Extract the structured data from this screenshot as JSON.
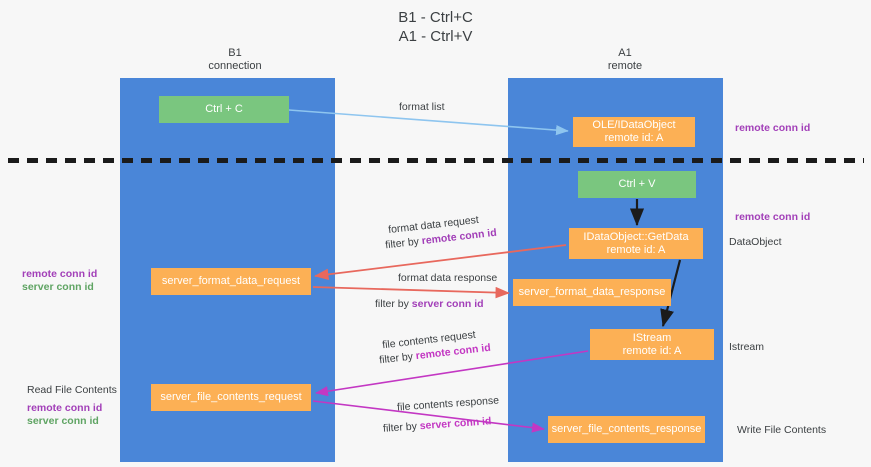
{
  "title": {
    "line1": "B1 - Ctrl+C",
    "line2": "A1 - Ctrl+V"
  },
  "columns": {
    "left": {
      "name": "B1",
      "role": "connection"
    },
    "right": {
      "name": "A1",
      "role": "remote"
    }
  },
  "boxes": {
    "ctrl_c": {
      "label": "Ctrl + C",
      "color": "#7ac67f"
    },
    "data_object": {
      "line1": "OLE/IDataObject",
      "line2": "remote id: A",
      "color": "#fcb055"
    },
    "ctrl_v": {
      "label": "Ctrl + V",
      "color": "#7ac67f"
    },
    "get_data": {
      "line1": "IDataObject::GetData",
      "line2": "remote id: A",
      "color": "#fcb055"
    },
    "server_format_data_request": {
      "label": "server_format_data_request",
      "color": "#fcb055"
    },
    "server_format_data_response": {
      "label": "server_format_data_response",
      "color": "#fcb055"
    },
    "istream": {
      "line1": "IStream",
      "line2": "remote id: A",
      "color": "#fcb055"
    },
    "server_file_contents_request": {
      "label": "server_file_contents_request",
      "color": "#fcb055"
    },
    "server_file_contents_response": {
      "label": "server_file_contents_response",
      "color": "#fcb055"
    }
  },
  "arrow_labels": {
    "format_list": "format list",
    "format_data_request": "format data request",
    "format_data_request_filter_prefix": "filter by ",
    "format_data_request_filter_key": "remote conn id",
    "format_data_response": "format data response",
    "format_data_response_filter_prefix": "filter by ",
    "format_data_response_filter_key": "server conn id",
    "file_contents_request": "file contents request",
    "file_contents_request_filter_prefix": "filter by ",
    "file_contents_request_filter_key": "remote conn id",
    "file_contents_response": "file contents response",
    "file_contents_response_filter_prefix": "filter by ",
    "file_contents_response_filter_key": "server conn id"
  },
  "side_labels": {
    "right_remote_conn_id_top": "remote conn id",
    "right_remote_conn_id_mid": "remote conn id",
    "right_dataobject": "DataObject",
    "right_istream": "Istream",
    "right_write_file_contents": "Write File Contents",
    "left_read_file_contents": "Read File Contents",
    "left_remote_conn_id_1": "remote conn id",
    "left_server_conn_id_1": "server conn id",
    "left_remote_conn_id_2": "remote conn id",
    "left_server_conn_id_2": "server conn id"
  },
  "colors": {
    "lane": "#4a86d8",
    "green_box": "#7ac67f",
    "orange_box": "#fcb055",
    "arrow_blue": "#8ec5ef",
    "arrow_red": "#e8685d",
    "arrow_magenta": "#c337c3",
    "arrow_black": "#1b1b1b",
    "key_purple": "#a23fb8",
    "key_green": "#5fa463",
    "background": "#f7f7f7"
  }
}
